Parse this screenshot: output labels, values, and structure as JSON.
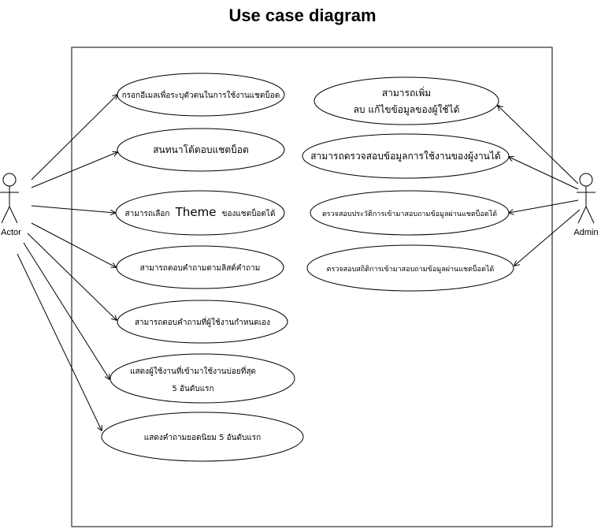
{
  "diagram": {
    "title": "Use case diagram",
    "actors": {
      "user": "Actor",
      "admin": "Admin"
    },
    "user_cases": [
      [
        "กรอกอีเมลเพื่อระบุตัวตนในการใช้งานแชตบ็อต"
      ],
      [
        "สนทนาโต้ตอบแชตบ็อต"
      ],
      [
        "สามารถเลือก",
        "Theme",
        "ของแชตบ็อตได้"
      ],
      [
        "สามารถตอบคำถามตามลิสต์คำถาม"
      ],
      [
        "สามารถตอบคำถามที่ผู้ใช้งานกำหนดเอง"
      ],
      [
        "แสดงผู้ใช้งานที่เข้ามาใช้งานบ่อยที่สุด",
        "5 อันดับแรก"
      ],
      [
        "แสดงคำถามยอดนิยม 5 อันดับแรก"
      ]
    ],
    "admin_cases": [
      [
        "สามารถเพิ่ม",
        "ลบ แก้ไขข้อมูลของผู้ใช้ได้"
      ],
      [
        "สามารถตรวจสอบข้อมูลการใช้งานของผู้งานได้"
      ],
      [
        "ตรวจสอบประวัติการเข้ามาสอบถามข้อมูลผ่านแชตบ็อตได้"
      ],
      [
        "ตรวจสอบสถิติการเข้ามาสอบถามข้อมูลผ่านแชตบ็อตได้"
      ]
    ]
  },
  "colors": {
    "stroke": "#000000",
    "background": "#ffffff"
  }
}
